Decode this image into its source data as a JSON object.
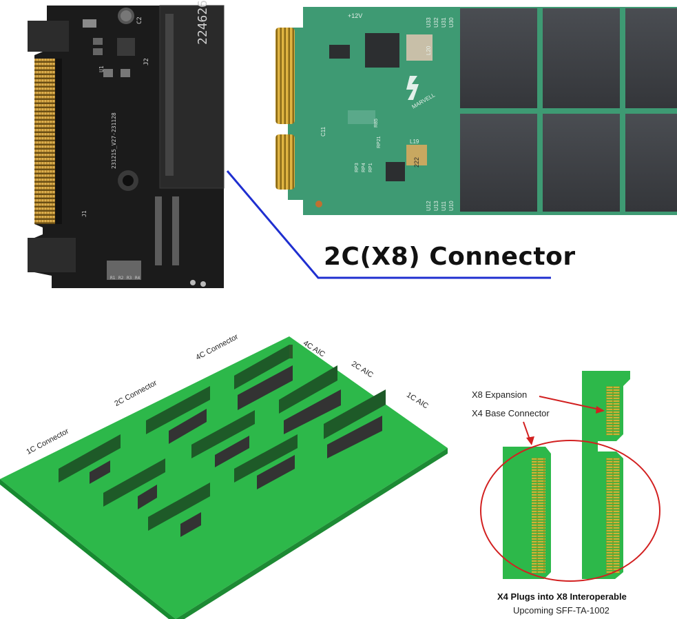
{
  "top_caption": "2C(X8) Connector",
  "black_board": {
    "serial": "224626",
    "refs": [
      "C2",
      "J2",
      "U1",
      "J1",
      "R1",
      "R2",
      "R3",
      "R4"
    ],
    "part_code": "231215_V27-231128"
  },
  "ssd": {
    "brand": "MARVELL",
    "refs": [
      "+12V",
      "U33",
      "U32",
      "U31",
      "U30",
      "L20",
      "U12",
      "U13",
      "U11",
      "U10",
      "L19",
      "222",
      "C11",
      "RP21",
      "RP3",
      "RP4",
      "RP1",
      "R85"
    ]
  },
  "diagram": {
    "slot_labels": [
      "1C Connector",
      "2C Connector",
      "4C Connector"
    ],
    "card_labels": [
      "4C AIC",
      "2C AIC",
      "1C AIC"
    ]
  },
  "interop": {
    "label_expansion": "X8 Expansion",
    "label_base": "X4 Base Connector",
    "caption_line1": "X4 Plugs into X8 Interoperable",
    "caption_line2": "Upcoming SFF-TA-1002"
  },
  "colors": {
    "pcb_green": "#2db84a",
    "black_pcb": "#1a1a1a",
    "ssd_green": "#3e9a73",
    "gold": "#d4a72c",
    "annotation_red": "#d22020",
    "leader_blue": "#1f2fd0"
  }
}
